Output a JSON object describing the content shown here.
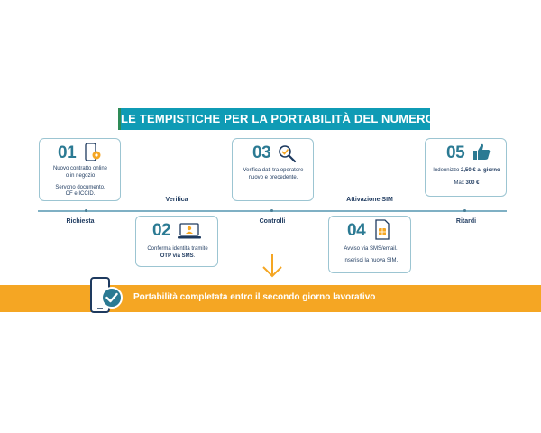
{
  "title": "LE TEMPISTICHE PER LA PORTABILITÀ DEL NUMERO",
  "timeline_labels": {
    "richiesta": "Richiesta",
    "verifica": "Verifica",
    "controlli": "Controlli",
    "attivazione": "Attivazione SIM",
    "ritardi": "Ritardi"
  },
  "steps": [
    {
      "number": "01",
      "line1": "Nuovo contratto online",
      "line2": "o in negozio",
      "line3": "Servono documento,",
      "line4": "CF e ICCID."
    },
    {
      "number": "02",
      "line1_pre": "Conferma identità tramite",
      "line2_bold": "OTP via SMS",
      "line2_post": "."
    },
    {
      "number": "03",
      "line1": "Verifica dati tra operatore",
      "line2": "nuovo e precedente."
    },
    {
      "number": "04",
      "line1": "Avviso via SMS/email.",
      "line2": "Inserisci la nuova SIM."
    },
    {
      "number": "05",
      "line1_pre": "Indennizzo ",
      "line1_bold": "2,50 € al giorno",
      "line2_pre": "Max ",
      "line2_bold": "300 €"
    }
  ],
  "banner": {
    "text": "Portabilità completata entro il secondo giorno lavorativo"
  },
  "colors": {
    "title_bg": "#0f9bb5",
    "accent_orange": "#f5a623",
    "number": "#2b7a93",
    "text": "#1e3a5f",
    "card_border": "#9cc5d2"
  },
  "icons": [
    "phone-gear-icon",
    "laptop-user-icon",
    "magnifier-icon",
    "sim-card-icon",
    "thumbs-up-icon",
    "arrow-down-icon",
    "phone-check-icon"
  ]
}
